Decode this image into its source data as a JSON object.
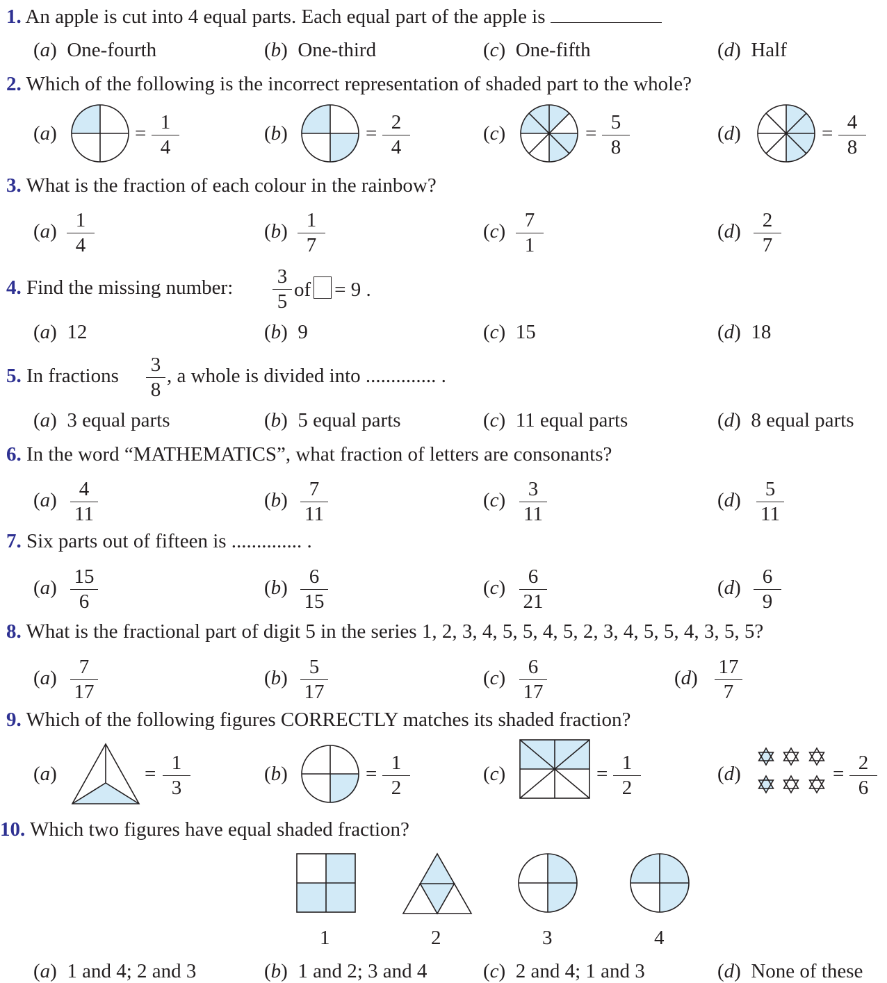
{
  "questions": [
    {
      "num": "1.",
      "text": "An apple is cut into 4 equal parts. Each equal part of the apple is",
      "options": [
        {
          "letter": "a",
          "text": "One-fourth"
        },
        {
          "letter": "b",
          "text": "One-third"
        },
        {
          "letter": "c",
          "text": "One-fifth"
        },
        {
          "letter": "d",
          "text": "Half"
        }
      ]
    },
    {
      "num": "2.",
      "text": "Which of the following is the incorrect representation of shaded part to the whole?",
      "options": [
        {
          "letter": "a",
          "n": "1",
          "d": "4"
        },
        {
          "letter": "b",
          "n": "2",
          "d": "4"
        },
        {
          "letter": "c",
          "n": "5",
          "d": "8"
        },
        {
          "letter": "d",
          "n": "4",
          "d": "8"
        }
      ]
    },
    {
      "num": "3.",
      "text": "What is the fraction of each colour in the rainbow?",
      "options": [
        {
          "letter": "a",
          "n": "1",
          "d": "4"
        },
        {
          "letter": "b",
          "n": "1",
          "d": "7"
        },
        {
          "letter": "c",
          "n": "7",
          "d": "1"
        },
        {
          "letter": "d",
          "n": "2",
          "d": "7"
        }
      ]
    },
    {
      "num": "4.",
      "text_a": "Find the missing number:",
      "frac_n": "3",
      "frac_d": "5",
      "text_b": "of",
      "text_c": "= 9 .",
      "options": [
        {
          "letter": "a",
          "text": "12"
        },
        {
          "letter": "b",
          "text": "9"
        },
        {
          "letter": "c",
          "text": "15"
        },
        {
          "letter": "d",
          "text": "18"
        }
      ]
    },
    {
      "num": "5.",
      "text_a": "In fractions",
      "frac_n": "3",
      "frac_d": "8",
      "text_b": ", a whole is divided into .............. .",
      "options": [
        {
          "letter": "a",
          "text": "3 equal parts"
        },
        {
          "letter": "b",
          "text": "5 equal parts"
        },
        {
          "letter": "c",
          "text": "11 equal parts"
        },
        {
          "letter": "d",
          "text": "8 equal parts"
        }
      ]
    },
    {
      "num": "6.",
      "text": "In the word “MATHEMATICS”, what fraction of letters are consonants?",
      "options": [
        {
          "letter": "a",
          "n": "4",
          "d": "11"
        },
        {
          "letter": "b",
          "n": "7",
          "d": "11"
        },
        {
          "letter": "c",
          "n": "3",
          "d": "11"
        },
        {
          "letter": "d",
          "n": "5",
          "d": "11"
        }
      ]
    },
    {
      "num": "7.",
      "text": "Six parts out of fifteen is .............. .",
      "options": [
        {
          "letter": "a",
          "n": "15",
          "d": "6"
        },
        {
          "letter": "b",
          "n": "6",
          "d": "15"
        },
        {
          "letter": "c",
          "n": "6",
          "d": "21"
        },
        {
          "letter": "d",
          "n": "6",
          "d": "9"
        }
      ]
    },
    {
      "num": "8.",
      "text": "What is the fractional part of digit 5 in the series 1, 2, 3, 4, 5, 5, 4, 5, 2, 3, 4, 5, 5, 4, 3, 5, 5?",
      "options": [
        {
          "letter": "a",
          "n": "7",
          "d": "17"
        },
        {
          "letter": "b",
          "n": "5",
          "d": "17"
        },
        {
          "letter": "c",
          "n": "6",
          "d": "17"
        },
        {
          "letter": "d",
          "n": "17",
          "d": "7"
        }
      ]
    },
    {
      "num": "9.",
      "text": "Which of the following figures CORRECTLY matches its shaded fraction?",
      "options": [
        {
          "letter": "a",
          "n": "1",
          "d": "3"
        },
        {
          "letter": "b",
          "n": "1",
          "d": "2"
        },
        {
          "letter": "c",
          "n": "1",
          "d": "2"
        },
        {
          "letter": "d",
          "n": "2",
          "d": "6"
        }
      ]
    },
    {
      "num": "10.",
      "text": "Which two figures have equal shaded fraction?",
      "figure_labels": [
        "1",
        "2",
        "3",
        "4"
      ],
      "options": [
        {
          "letter": "a",
          "text": "1 and 4; 2 and 3"
        },
        {
          "letter": "b",
          "text": "1 and 2; 3 and 4"
        },
        {
          "letter": "c",
          "text": "2 and 4; 1 and 3"
        },
        {
          "letter": "d",
          "text": "None of these"
        }
      ]
    }
  ],
  "symbols": {
    "equals": "="
  },
  "colors": {
    "question_number": "#2e3192",
    "shade": "#d2eaf7",
    "text": "#231f20"
  }
}
